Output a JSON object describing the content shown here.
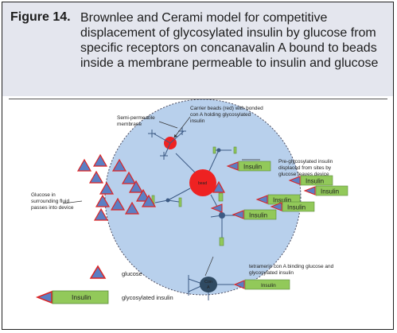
{
  "figure_label": "Figure 14.",
  "caption": "Brownlee and Cerami model for competitive displacement of glycosylated insulin by glucose from specific receptors on concanavalin A bound to beads inside a membrane permeable to insulin and glucose",
  "labels": {
    "semi_permeable": [
      "Semi-permeable",
      "membrane"
    ],
    "carrier_beads": [
      "Carrier beads (red) with bonded",
      "con A holding glycosylated",
      "insulin"
    ],
    "glucose_surrounding": [
      "Glucose in",
      "surrounding fluid",
      "passes into device"
    ],
    "pre_glycosylated": [
      "Pre-glycosylated insulin",
      "displaced from sites by",
      "glucose leaves device"
    ],
    "tetrameric": [
      "tetrameric con A binding glucose and",
      "glycosylated insulin"
    ],
    "bead": "bead",
    "con_a": [
      "Con",
      "A"
    ]
  },
  "insulin_text": "Insulin",
  "legend": {
    "glucose": "glucose",
    "glycosylated_insulin": "glycosylated insulin",
    "insulin": "Insulin"
  },
  "colors": {
    "header_bg": "#e4e6ee",
    "membrane_fill": "#b8d0ec",
    "bead_red": "#ee2222",
    "insulin_green": "#92c95a",
    "glucose_triangle": "#5b7fc4",
    "glucose_outline": "#dd2222",
    "con_a_dark": "#2f4a62"
  }
}
